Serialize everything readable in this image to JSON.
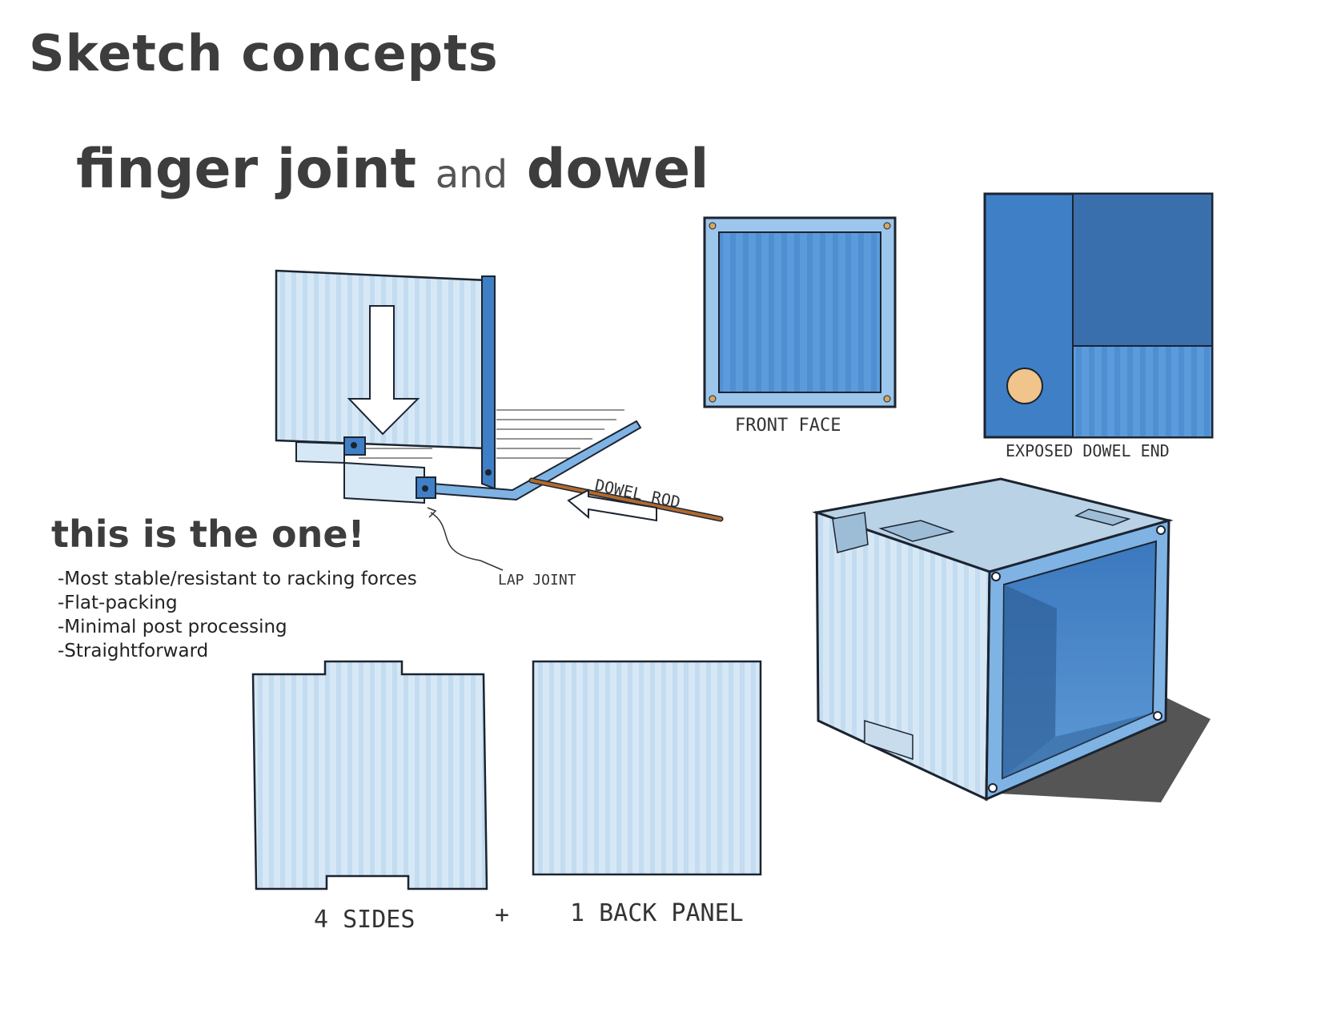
{
  "title": "Sketch concepts",
  "subtitle": {
    "part1": "finger joint",
    "part2": "and",
    "part3": "dowel"
  },
  "callout": "this is the one!",
  "bullets": [
    "-Most stable/resistant to  racking forces",
    "-Flat-packing",
    "-Minimal post processing",
    "-Straightforward"
  ],
  "sketch_labels": {
    "dowel_rod": "DOWEL ROD",
    "lap_joint": "LAP JOINT",
    "front_face": "FRONT FACE",
    "exposed_dowel_end": "EXPOSED DOWEL END",
    "four_sides": "4 SIDES",
    "plus": "+",
    "one_back_panel": "1 BACK PANEL"
  },
  "colors": {
    "light_blue": "#cfe4f4",
    "mid_blue": "#5f9ddc",
    "deep_blue": "#3f7fc6",
    "dark_blue": "#2f5f94",
    "dowel": "#b06a2e",
    "dowel_end": "#f0c48a",
    "shadow": "#555555",
    "outline": "#1c2430"
  }
}
